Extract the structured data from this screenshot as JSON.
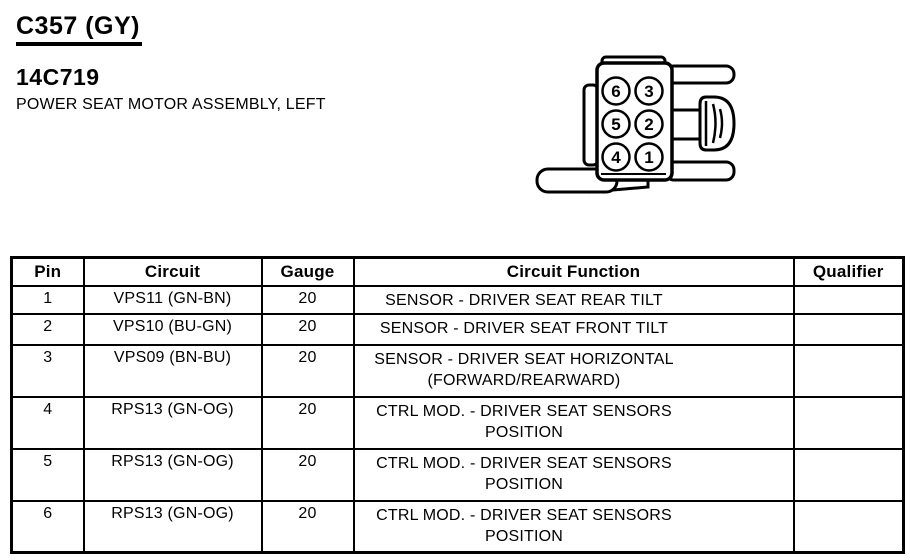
{
  "header": {
    "connector_id": "C357 (GY)",
    "part_number": "14C719",
    "part_name": "POWER SEAT MOTOR ASSEMBLY, LEFT"
  },
  "connector": {
    "pins": [
      "6",
      "3",
      "5",
      "2",
      "4",
      "1"
    ]
  },
  "table": {
    "headers": [
      "Pin",
      "Circuit",
      "Gauge",
      "Circuit Function",
      "Qualifier"
    ],
    "rows": [
      {
        "pin": "1",
        "circuit": "VPS11 (GN-BN)",
        "gauge": "20",
        "function": "SENSOR - DRIVER SEAT REAR TILT",
        "qualifier": ""
      },
      {
        "pin": "2",
        "circuit": "VPS10 (BU-GN)",
        "gauge": "20",
        "function": "SENSOR - DRIVER SEAT FRONT TILT",
        "qualifier": ""
      },
      {
        "pin": "3",
        "circuit": "VPS09 (BN-BU)",
        "gauge": "20",
        "function": "SENSOR - DRIVER SEAT HORIZONTAL (FORWARD/REARWARD)",
        "qualifier": ""
      },
      {
        "pin": "4",
        "circuit": "RPS13 (GN-OG)",
        "gauge": "20",
        "function": "CTRL MOD. - DRIVER SEAT SENSORS POSITION",
        "qualifier": ""
      },
      {
        "pin": "5",
        "circuit": "RPS13 (GN-OG)",
        "gauge": "20",
        "function": "CTRL MOD. - DRIVER SEAT SENSORS POSITION",
        "qualifier": ""
      },
      {
        "pin": "6",
        "circuit": "RPS13 (GN-OG)",
        "gauge": "20",
        "function": "CTRL MOD. - DRIVER SEAT SENSORS POSITION",
        "qualifier": ""
      }
    ]
  }
}
